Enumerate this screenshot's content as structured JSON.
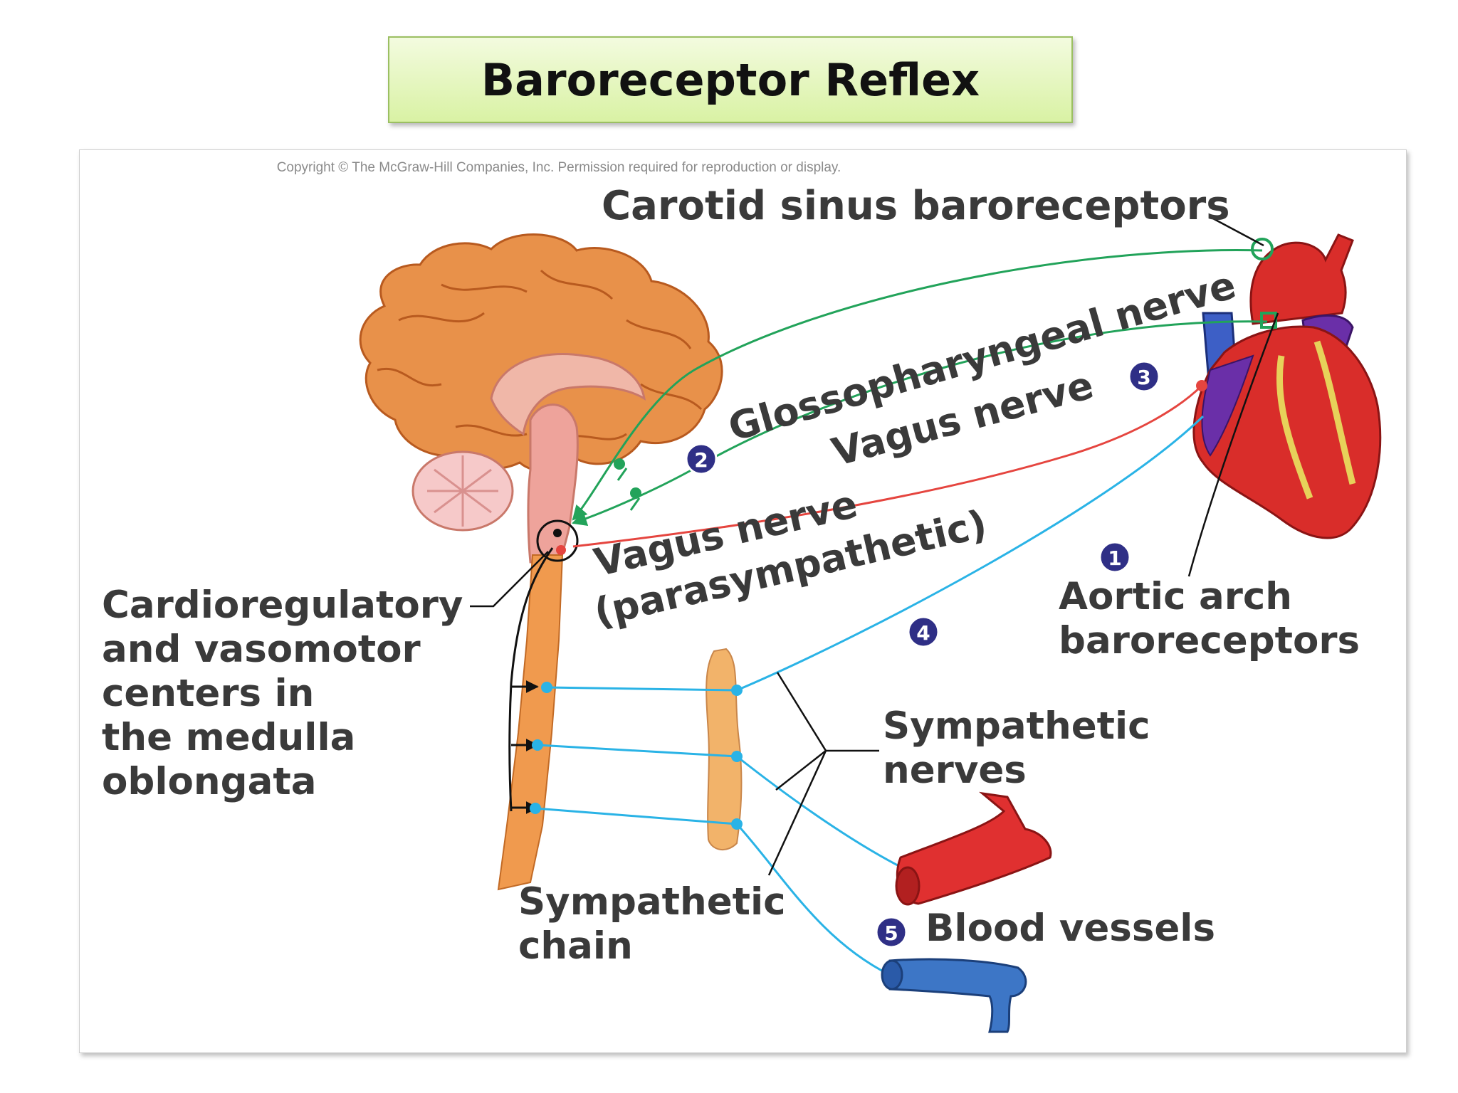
{
  "title": "Baroreceptor Reflex",
  "copyright": "Copyright © The McGraw-Hill Companies, Inc. Permission required for reproduction or display.",
  "labels": {
    "carotid_sinus": "Carotid sinus baroreceptors",
    "glossopharyngeal": "Glossopharyngeal nerve",
    "vagus_sensory": "Vagus nerve",
    "vagus_motor_1": "Vagus nerve",
    "vagus_motor_2": "(parasympathetic)",
    "centers": [
      "Cardioregulatory",
      "and vasomotor",
      "centers in",
      "the medulla",
      "oblongata"
    ],
    "aortic_arch": [
      "Aortic arch",
      "baroreceptors"
    ],
    "sympathetic_nerves": [
      "Sympathetic",
      "nerves"
    ],
    "sympathetic_chain": [
      "Sympathetic",
      "chain"
    ],
    "blood_vessels": "Blood vessels"
  },
  "steps": [
    "1",
    "2",
    "3",
    "4",
    "5"
  ],
  "colors": {
    "sensory_nerve": "#22a35a",
    "parasympathetic": "#e5453f",
    "sympathetic": "#2ab3e6",
    "step_badge": "#2f2f86",
    "brain": "#e8914a",
    "heart": "#d92d2a"
  }
}
